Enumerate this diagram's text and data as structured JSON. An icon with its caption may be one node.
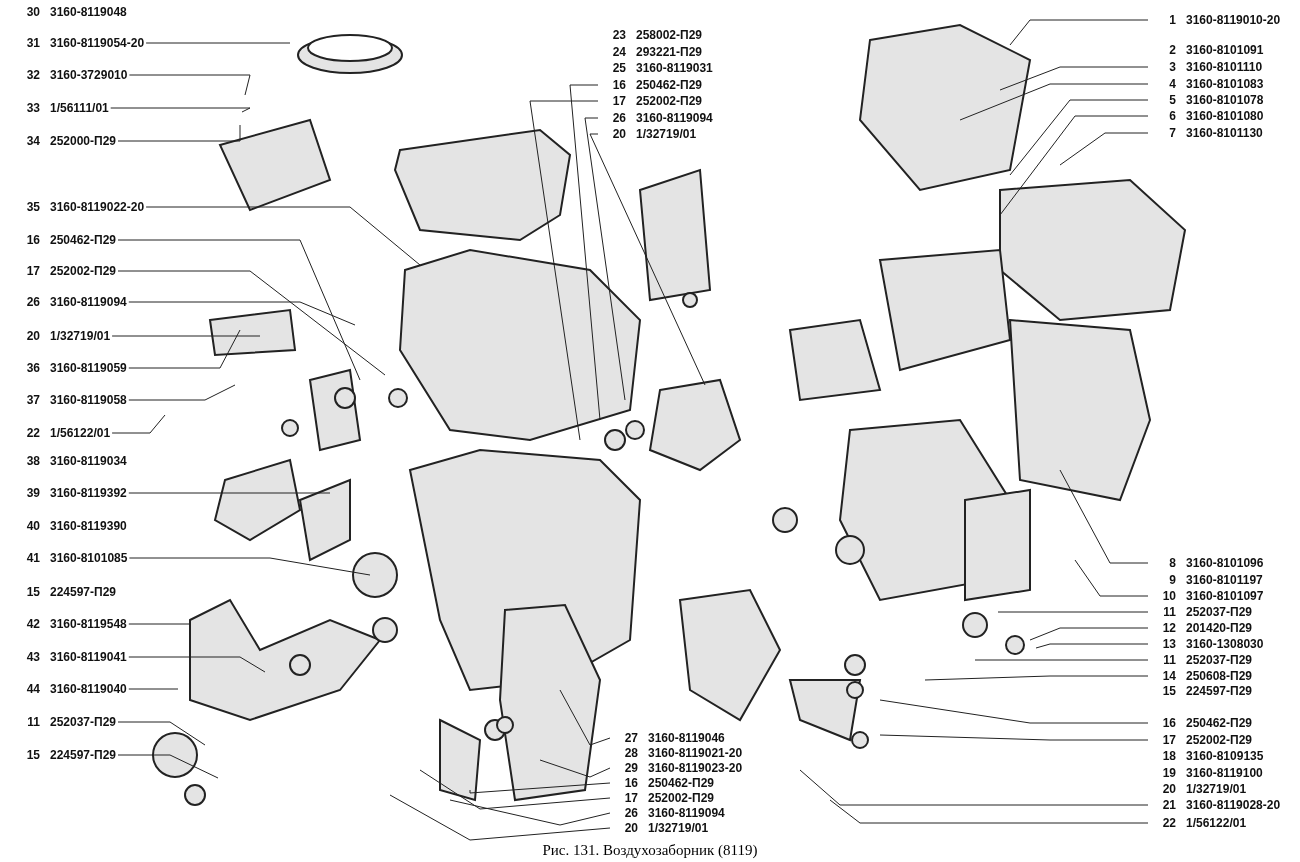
{
  "diagram": {
    "caption": "Рис. 131. Воздухозаборник (8119)",
    "nodes": [
      {
        "text": [
          "30",
          "3160-8119048"
        ]
      },
      {
        "text": [
          "31",
          "3160-8119054-20"
        ]
      },
      {
        "text": [
          "32",
          "3160-3729010"
        ]
      },
      {
        "text": [
          "33",
          "1/56111/01"
        ]
      },
      {
        "text": [
          "34",
          "252000-П29"
        ]
      },
      {
        "text": [
          "35",
          "3160-8119022-20"
        ]
      },
      {
        "text": [
          "16",
          "250462-П29"
        ]
      },
      {
        "text": [
          "17",
          "252002-П29"
        ]
      },
      {
        "text": [
          "26",
          "3160-8119094"
        ]
      },
      {
        "text": [
          "20",
          "1/32719/01"
        ]
      },
      {
        "text": [
          "36",
          "3160-8119059"
        ]
      },
      {
        "text": [
          "37",
          "3160-8119058"
        ]
      },
      {
        "text": [
          "22",
          "1/56122/01"
        ]
      },
      {
        "text": [
          "38",
          "3160-8119034"
        ]
      },
      {
        "text": [
          "39",
          "3160-8119392"
        ]
      },
      {
        "text": [
          "40",
          "3160-8119390"
        ]
      },
      {
        "text": [
          "41",
          "3160-8101085"
        ]
      },
      {
        "text": [
          "15",
          "224597-П29"
        ]
      },
      {
        "text": [
          "42",
          "3160-8119548"
        ]
      },
      {
        "text": [
          "43",
          "3160-8119041"
        ]
      },
      {
        "text": [
          "44",
          "3160-8119040"
        ]
      },
      {
        "text": [
          "11",
          "252037-П29"
        ]
      },
      {
        "text": [
          "15",
          "224597-П29"
        ]
      },
      {
        "text": [
          "23",
          "258002-П29"
        ]
      },
      {
        "text": [
          "24",
          "293221-П29"
        ]
      },
      {
        "text": [
          "25",
          "3160-8119031"
        ]
      },
      {
        "text": [
          "16",
          "250462-П29"
        ]
      },
      {
        "text": [
          "17",
          "252002-П29"
        ]
      },
      {
        "text": [
          "26",
          "3160-8119094"
        ]
      },
      {
        "text": [
          "20",
          "1/32719/01"
        ]
      },
      {
        "text": [
          "1",
          "3160-8119010-20"
        ]
      },
      {
        "text": [
          "2",
          "3160-8101091"
        ]
      },
      {
        "text": [
          "3",
          "3160-8101110"
        ]
      },
      {
        "text": [
          "4",
          "3160-8101083"
        ]
      },
      {
        "text": [
          "5",
          "3160-8101078"
        ]
      },
      {
        "text": [
          "6",
          "3160-8101080"
        ]
      },
      {
        "text": [
          "7",
          "3160-8101130"
        ]
      },
      {
        "text": [
          "8",
          "3160-8101096"
        ]
      },
      {
        "text": [
          "9",
          "3160-8101197"
        ]
      },
      {
        "text": [
          "10",
          "3160-8101097"
        ]
      },
      {
        "text": [
          "11",
          "252037-П29"
        ]
      },
      {
        "text": [
          "12",
          "201420-П29"
        ]
      },
      {
        "text": [
          "13",
          "3160-1308030"
        ]
      },
      {
        "text": [
          "11",
          "252037-П29"
        ]
      },
      {
        "text": [
          "14",
          "250608-П29"
        ]
      },
      {
        "text": [
          "15",
          "224597-П29"
        ]
      },
      {
        "text": [
          "16",
          "250462-П29"
        ]
      },
      {
        "text": [
          "17",
          "252002-П29"
        ]
      },
      {
        "text": [
          "18",
          "3160-8109135"
        ]
      },
      {
        "text": [
          "19",
          "3160-8119100"
        ]
      },
      {
        "text": [
          "20",
          "1/32719/01"
        ]
      },
      {
        "text": [
          "21",
          "3160-8119028-20"
        ]
      },
      {
        "text": [
          "22",
          "1/56122/01"
        ]
      },
      {
        "text": [
          "27",
          "3160-8119046"
        ]
      },
      {
        "text": [
          "28",
          "3160-8119021-20"
        ]
      },
      {
        "text": [
          "29",
          "3160-8119023-20"
        ]
      },
      {
        "text": [
          "16",
          "250462-П29"
        ]
      },
      {
        "text": [
          "17",
          "252002-П29"
        ]
      },
      {
        "text": [
          "26",
          "3160-8119094"
        ]
      },
      {
        "text": [
          "20",
          "1/32719/01"
        ]
      }
    ],
    "edges": [
      {
        "from": 1,
        "to": null,
        "arrow": "none"
      },
      {
        "from": 2,
        "to": null,
        "arrow": "none"
      },
      {
        "from": 3,
        "to": null,
        "arrow": "none"
      },
      {
        "from": 4,
        "to": null,
        "arrow": "none"
      },
      {
        "from": 5,
        "to": null,
        "arrow": "none"
      },
      {
        "from": 6,
        "to": null,
        "arrow": "none"
      },
      {
        "from": 7,
        "to": null,
        "arrow": "none"
      },
      {
        "from": 8,
        "to": null,
        "arrow": "none"
      },
      {
        "from": 9,
        "to": null,
        "arrow": "none"
      },
      {
        "from": 10,
        "to": null,
        "arrow": "none"
      },
      {
        "from": 11,
        "to": null,
        "arrow": "none"
      },
      {
        "from": 12,
        "to": null,
        "arrow": "none"
      },
      {
        "from": 14,
        "to": null,
        "arrow": "none"
      },
      {
        "from": 16,
        "to": null,
        "arrow": "none"
      },
      {
        "from": 18,
        "to": null,
        "arrow": "none"
      },
      {
        "from": 19,
        "to": null,
        "arrow": "none"
      },
      {
        "from": 20,
        "to": null,
        "arrow": "none"
      },
      {
        "from": 21,
        "to": null,
        "arrow": "none"
      },
      {
        "from": 22,
        "to": null,
        "arrow": "none"
      },
      {
        "from": 26,
        "to": null,
        "arrow": "none"
      },
      {
        "from": 27,
        "to": null,
        "arrow": "none"
      },
      {
        "from": 28,
        "to": null,
        "arrow": "none"
      },
      {
        "from": 29,
        "to": null,
        "arrow": "none"
      },
      {
        "from": 30,
        "to": null,
        "arrow": "none"
      },
      {
        "from": 32,
        "to": null,
        "arrow": "none"
      },
      {
        "from": 33,
        "to": null,
        "arrow": "none"
      },
      {
        "from": 34,
        "to": null,
        "arrow": "none"
      },
      {
        "from": 35,
        "to": null,
        "arrow": "none"
      },
      {
        "from": 36,
        "to": null,
        "arrow": "none"
      },
      {
        "from": 37,
        "to": null,
        "arrow": "none"
      },
      {
        "from": 39,
        "to": null,
        "arrow": "none"
      },
      {
        "from": 40,
        "to": null,
        "arrow": "none"
      },
      {
        "from": 41,
        "to": null,
        "arrow": "none"
      },
      {
        "from": 42,
        "to": null,
        "arrow": "none"
      },
      {
        "from": 43,
        "to": null,
        "arrow": "none"
      },
      {
        "from": 44,
        "to": null,
        "arrow": "none"
      },
      {
        "from": 46,
        "to": null,
        "arrow": "none"
      },
      {
        "from": 47,
        "to": null,
        "arrow": "none"
      },
      {
        "from": 51,
        "to": null,
        "arrow": "none"
      },
      {
        "from": 52,
        "to": null,
        "arrow": "none"
      },
      {
        "from": 53,
        "to": null,
        "arrow": "none"
      },
      {
        "from": 55,
        "to": null,
        "arrow": "none"
      },
      {
        "from": 56,
        "to": null,
        "arrow": "none"
      },
      {
        "from": 57,
        "to": null,
        "arrow": "none"
      },
      {
        "from": 58,
        "to": null,
        "arrow": "none"
      },
      {
        "from": 59,
        "to": null,
        "arrow": "none"
      }
    ]
  }
}
